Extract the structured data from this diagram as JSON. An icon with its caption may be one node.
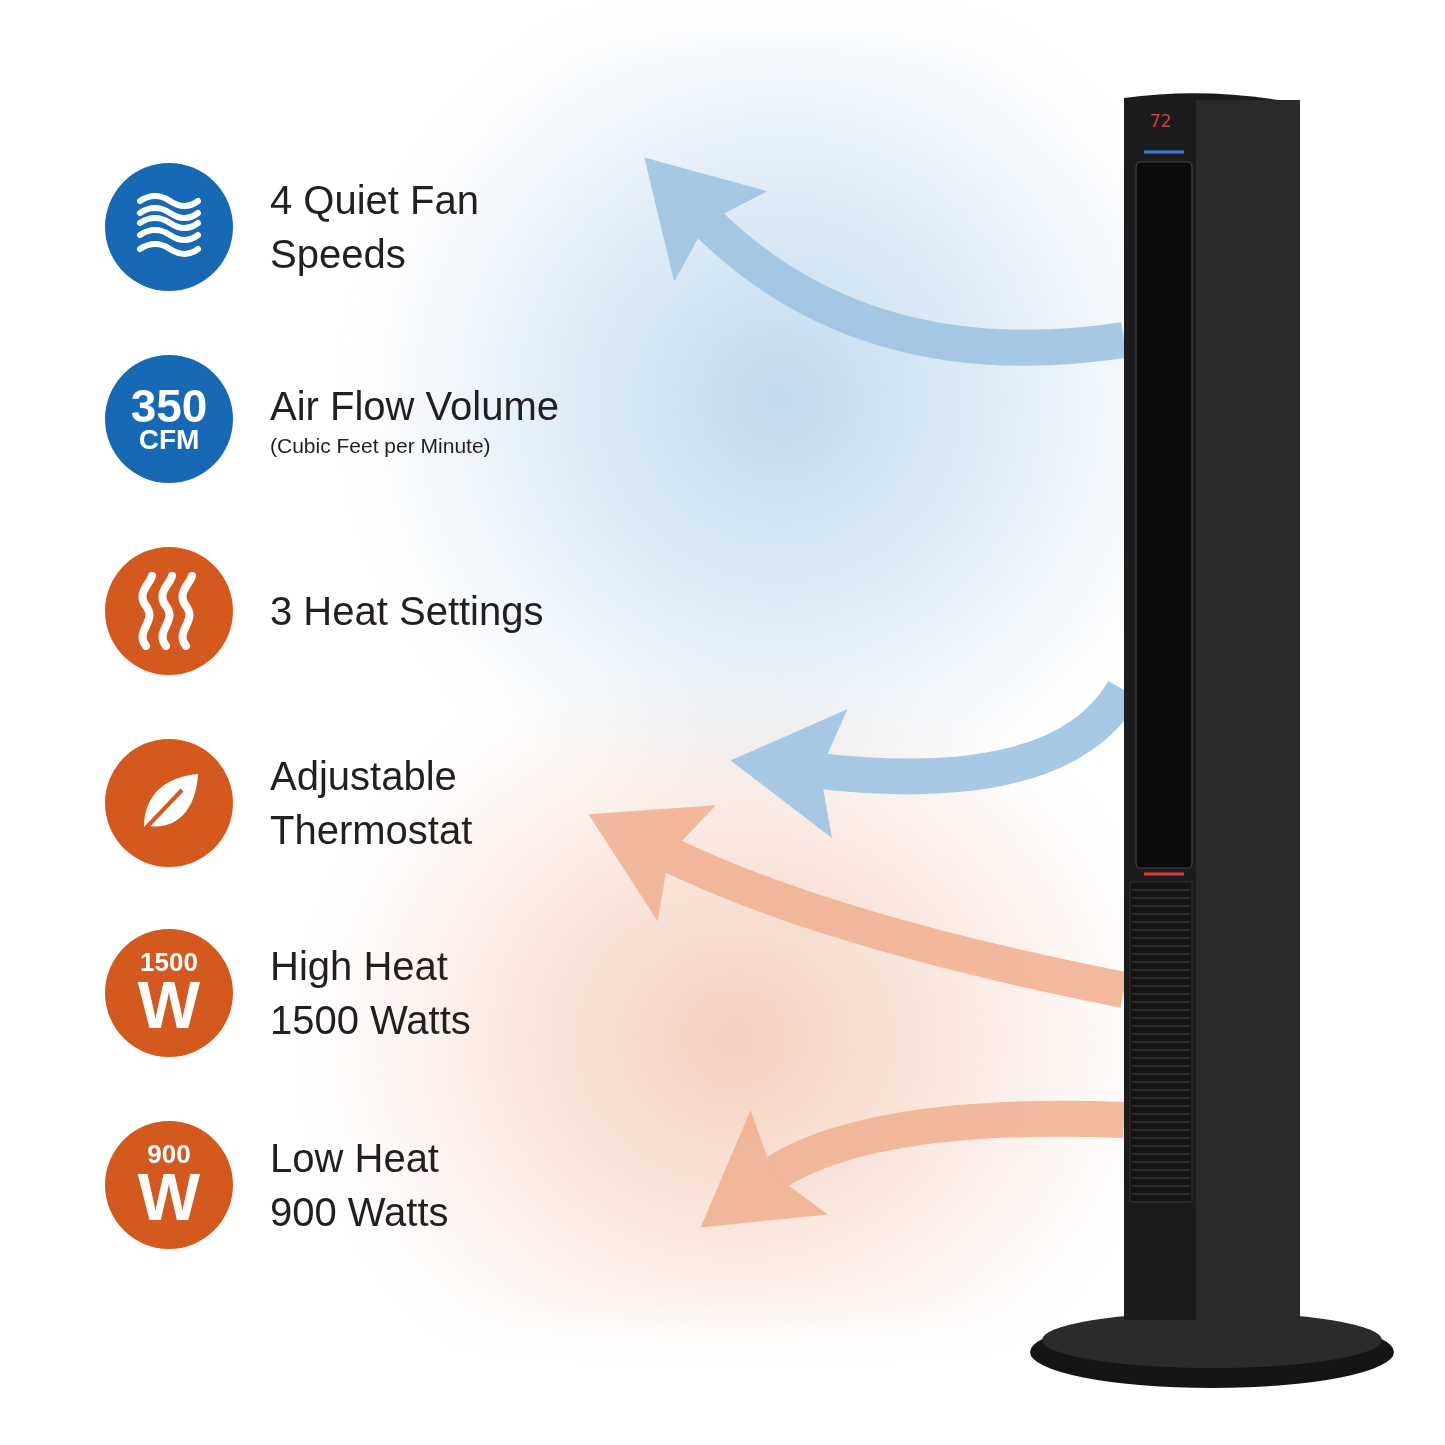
{
  "diagram": {
    "nodes": [
      {
        "text": [],
        "shape": "circle",
        "beside": [
          "4 Quiet Fan Speeds"
        ]
      },
      {
        "text": [
          "350",
          "CFM"
        ],
        "beside": [
          "Air Flow Volume",
          "(Cubic Feet per Minute)"
        ]
      },
      {
        "text": [],
        "shape": "circle",
        "beside": [
          "3 Heat Settings"
        ]
      },
      {
        "text": [],
        "shape": "circle",
        "beside": [
          "Adjustable Thermostat"
        ]
      },
      {
        "text": [
          "1500",
          "W"
        ],
        "beside": [
          "High Heat 1500 Watts"
        ]
      },
      {
        "text": [
          "900",
          "W"
        ],
        "beside": [
          "Low Heat 900 Watts"
        ]
      },
      {
        "text": [],
        "shape": "picture"
      }
    ],
    "edges": [
      {
        "from": 6,
        "to": null,
        "arrow": "to",
        "color": "#9fc4e3"
      },
      {
        "from": 6,
        "to": null,
        "arrow": "to",
        "color": "#9fc4e3"
      },
      {
        "from": 6,
        "to": null,
        "arrow": "to",
        "color": "#f1b395"
      },
      {
        "from": 6,
        "to": null,
        "arrow": "to",
        "color": "#f1b395"
      }
    ],
    "labels": [
      "72"
    ]
  }
}
